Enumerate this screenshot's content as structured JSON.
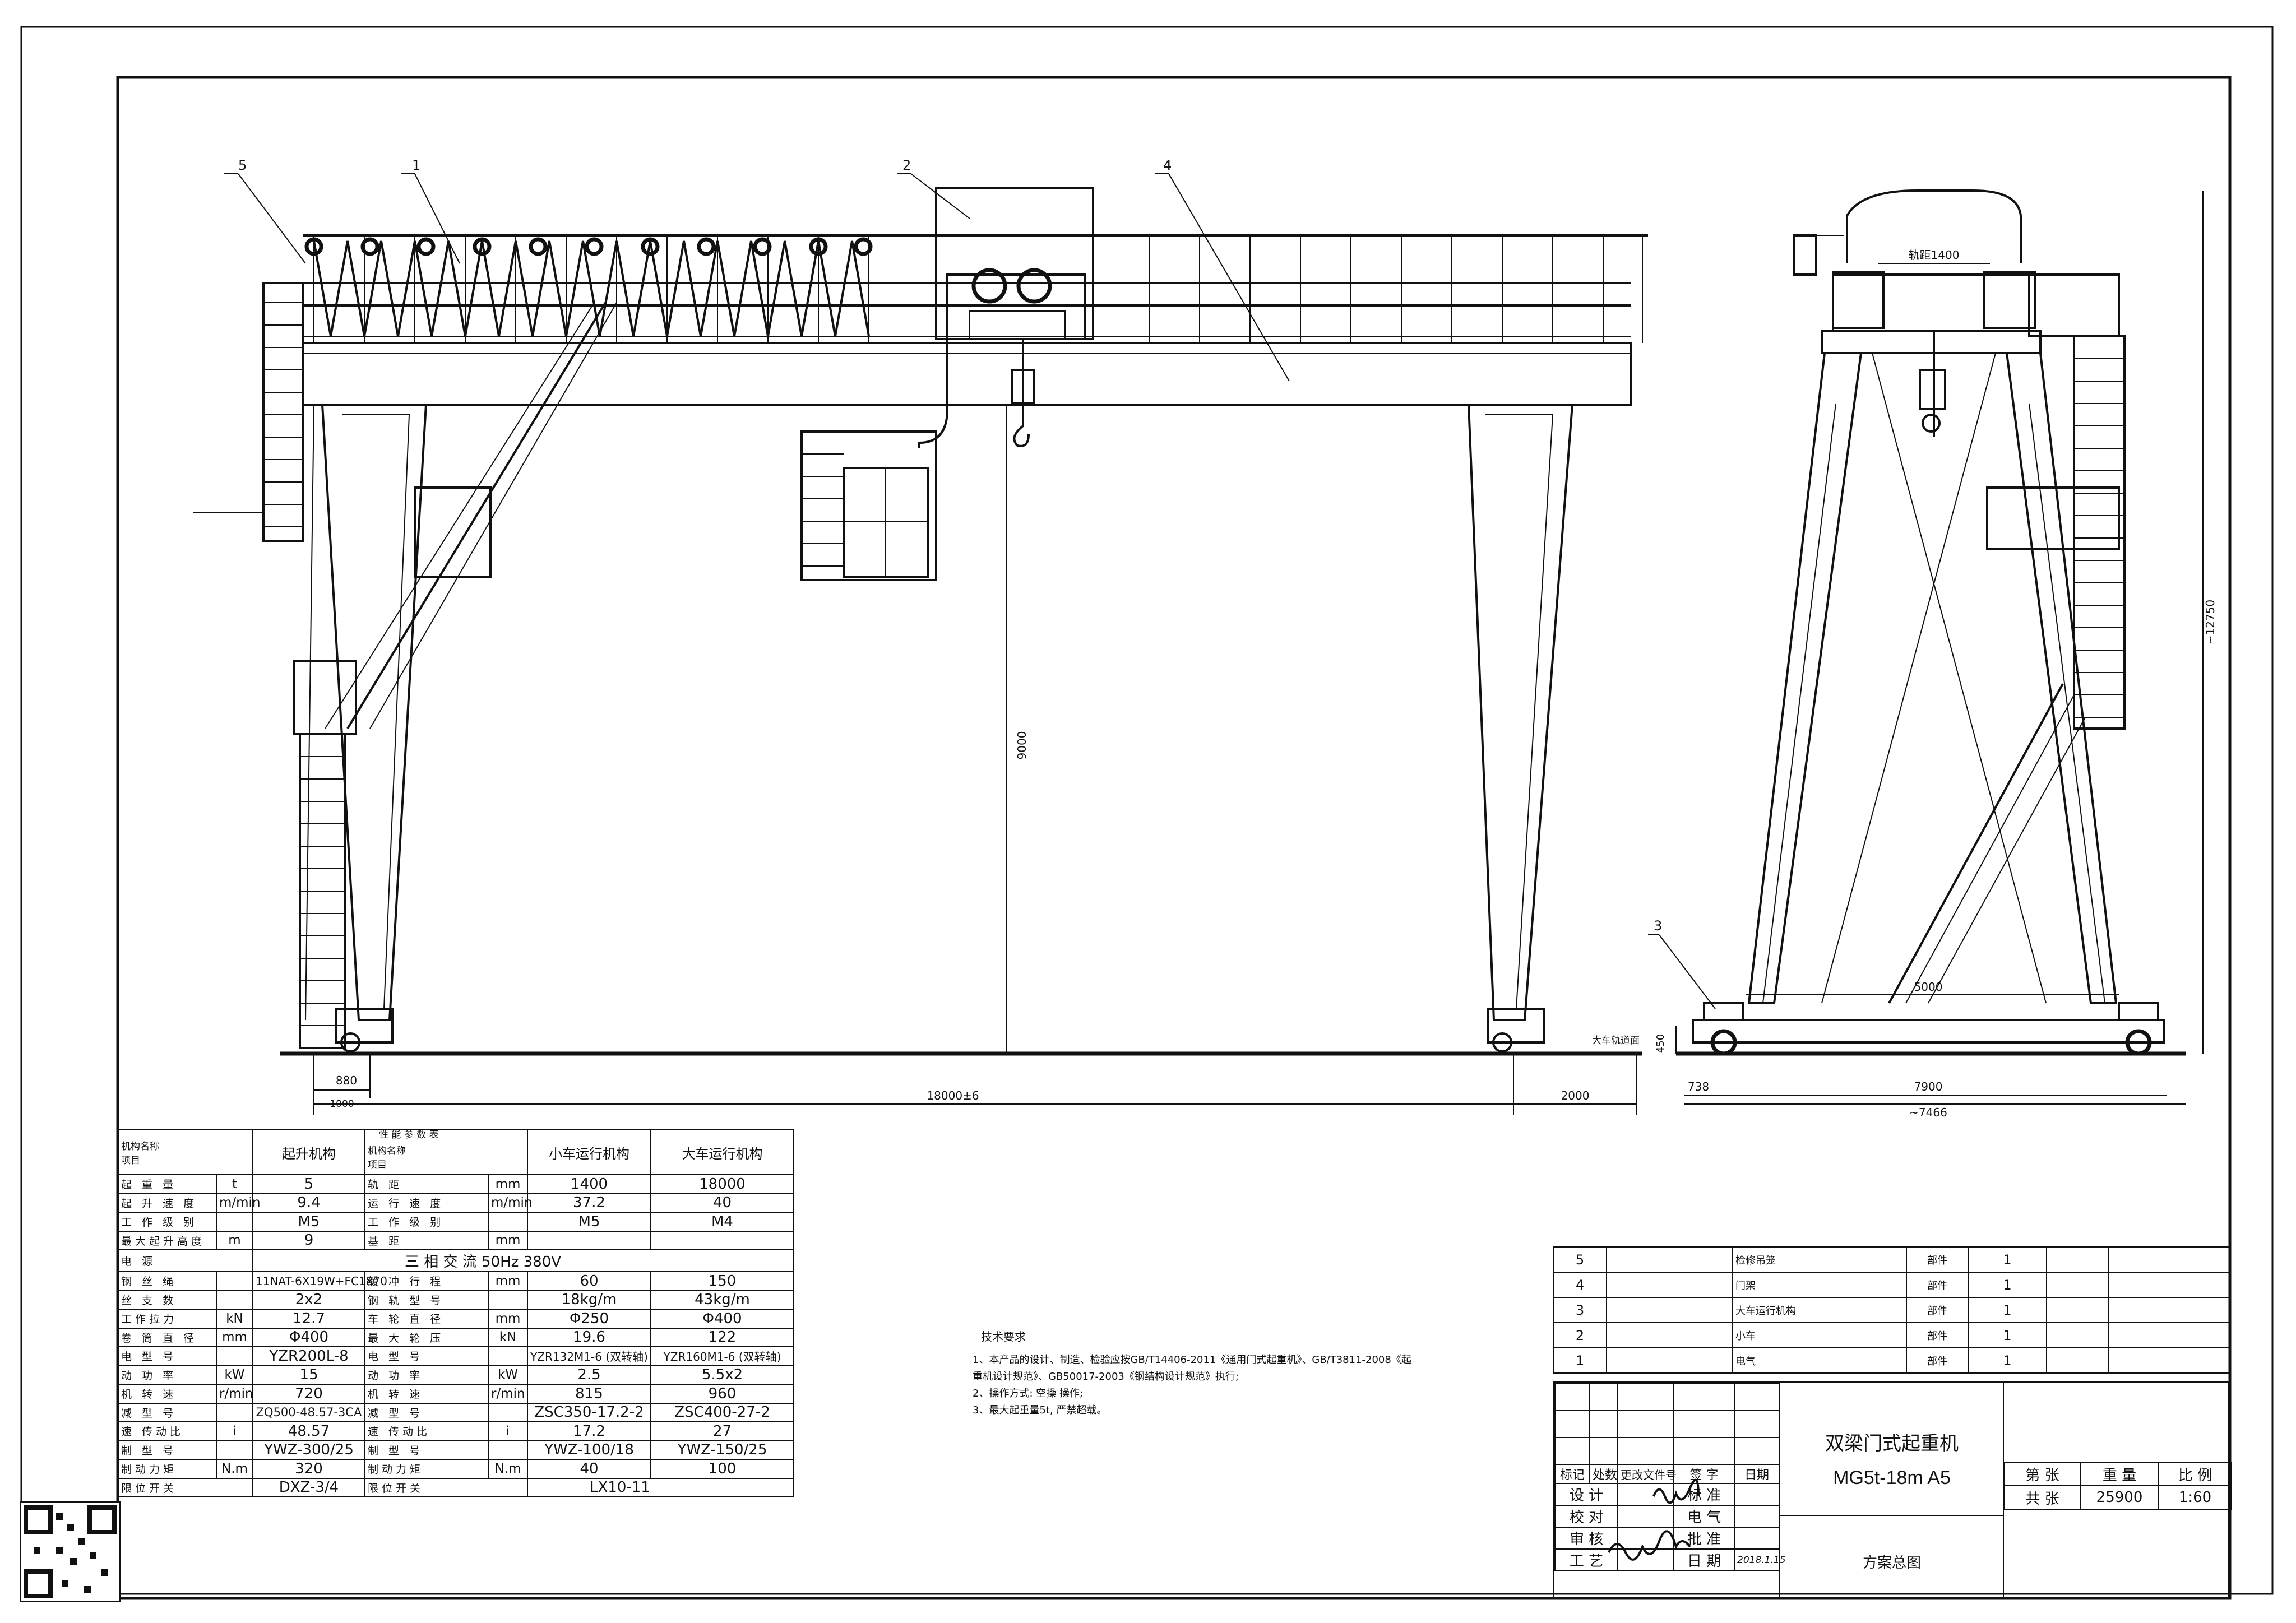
{
  "tech_requirements": {
    "title": "技术要求",
    "items": [
      "1、本产品的设计、制造、检验应按GB/T14406-2011《通用门式起重机》、GB/T3811-2008《起",
      "    重机设计规范》、GB50017-2003《钢结构设计规范》执行;",
      "2、操作方式: 空操 操作;",
      "3、最大起重量5t, 严禁超载。"
    ]
  },
  "callouts": [
    "1",
    "2",
    "3",
    "4",
    "5"
  ],
  "dimensions": {
    "front_span": "18000±6",
    "left_wheel": "880",
    "left_outer": "1000",
    "right_outer": "2000",
    "lift_height": "9000",
    "rail_label": "大车轨道面",
    "trolley_gauge": "轨距1400",
    "side_base": "5000",
    "side_height": "~12750",
    "side_rail": "450",
    "side_left": "738",
    "side_wheelbase": "7900",
    "side_total": "~7466"
  },
  "param_table": {
    "title": "性 能 参 数 表",
    "header_left": {
      "corner_top": "机构名称",
      "corner_bottom": "项目",
      "col": "起升机构"
    },
    "header_right": {
      "corner_top": "机构名称",
      "corner_bottom": "项目",
      "col1": "小车运行机构",
      "col2": "大车运行机构"
    },
    "rows": [
      {
        "l_label": "起 重 量",
        "l_unit": "t",
        "l_val": "5",
        "r_label": "轨 距",
        "r_unit": "mm",
        "r_v1": "1400",
        "r_v2": "18000"
      },
      {
        "l_label": "起 升 速 度",
        "l_unit": "m/min",
        "l_val": "9.4",
        "r_label": "运 行 速 度",
        "r_unit": "m/min",
        "r_v1": "37.2",
        "r_v2": "40"
      },
      {
        "l_label": "工 作 级 别",
        "l_unit": "",
        "l_val": "M5",
        "r_label": "工 作 级 别",
        "r_unit": "",
        "r_v1": "M5",
        "r_v2": "M4"
      },
      {
        "l_label": "最大起升高度",
        "l_unit": "m",
        "l_val": "9",
        "r_label": "基 距",
        "r_unit": "mm",
        "r_v1": "",
        "r_v2": ""
      },
      {
        "l_label": "电 源",
        "l_unit": "",
        "l_val": "三 相 交 流 50Hz 380V",
        "r_label": "",
        "r_unit": "",
        "r_v1": "",
        "r_v2": ""
      },
      {
        "l_label": "钢 丝 绳",
        "l_unit": "",
        "l_val": "11NAT-6X19W+FC1870",
        "r_label": "缓 冲 行 程",
        "r_unit": "mm",
        "r_v1": "60",
        "r_v2": "150"
      },
      {
        "l_label": "丝 支 数",
        "l_unit": "",
        "l_val": "2x2",
        "r_label": "钢 轨 型 号",
        "r_unit": "",
        "r_v1": "18kg/m",
        "r_v2": "43kg/m"
      },
      {
        "l_label": "工作拉力",
        "l_unit": "kN",
        "l_val": "12.7",
        "r_label": "车 轮 直 径",
        "r_unit": "mm",
        "r_v1": "Φ250",
        "r_v2": "Φ400"
      },
      {
        "l_label": "卷 筒 直 径",
        "l_unit": "mm",
        "l_val": "Φ400",
        "r_label": "最 大 轮 压",
        "r_unit": "kN",
        "r_v1": "19.6",
        "r_v2": "122"
      },
      {
        "l_label": "电 型 号",
        "l_unit": "",
        "l_val": "YZR200L-8",
        "r_label": "电 型 号",
        "r_unit": "",
        "r_v1": "YZR132M1-6 (双转轴)",
        "r_v2": "YZR160M1-6 (双转轴)"
      },
      {
        "l_label": "动 功 率",
        "l_unit": "kW",
        "l_val": "15",
        "r_label": "动 功 率",
        "r_unit": "kW",
        "r_v1": "2.5",
        "r_v2": "5.5x2"
      },
      {
        "l_label": "机 转 速",
        "l_unit": "r/min",
        "l_val": "720",
        "r_label": "机 转 速",
        "r_unit": "r/min",
        "r_v1": "815",
        "r_v2": "960"
      },
      {
        "l_label": "减 型 号",
        "l_unit": "",
        "l_val": "ZQ500-48.57-3CA",
        "r_label": "减 型 号",
        "r_unit": "",
        "r_v1": "ZSC350-17.2-2",
        "r_v2": "ZSC400-27-2"
      },
      {
        "l_label": "速 传动比",
        "l_unit": "i",
        "l_val": "48.57",
        "r_label": "速 传动比",
        "r_unit": "i",
        "r_v1": "17.2",
        "r_v2": "27"
      },
      {
        "l_label": "制 型 号",
        "l_unit": "",
        "l_val": "YWZ-300/25",
        "r_label": "制 型 号",
        "r_unit": "",
        "r_v1": "YWZ-100/18",
        "r_v2": "YWZ-150/25"
      },
      {
        "l_label": "制动力矩",
        "l_unit": "N.m",
        "l_val": "320",
        "r_label": "制动力矩",
        "r_unit": "N.m",
        "r_v1": "40",
        "r_v2": "100"
      },
      {
        "l_label": "限位开关",
        "l_unit": "",
        "l_val": "DXZ-3/4",
        "r_label": "限位开关",
        "r_unit": "",
        "r_v1": "LX10-11",
        "r_v2": ""
      }
    ]
  },
  "parts_list": [
    {
      "no": "5",
      "name": "检修吊笼",
      "type": "部件",
      "qty": "1"
    },
    {
      "no": "4",
      "name": "门架",
      "type": "部件",
      "qty": "1"
    },
    {
      "no": "3",
      "name": "大车运行机构",
      "type": "部件",
      "qty": "1"
    },
    {
      "no": "2",
      "name": "小车",
      "type": "部件",
      "qty": "1"
    },
    {
      "no": "1",
      "name": "电气",
      "type": "部件",
      "qty": "1"
    }
  ],
  "title_block": {
    "title": "双梁门式起重机",
    "model": "MG5t-18m A5",
    "drawing_name": "方案总图",
    "rev_headers": [
      "标记",
      "处数",
      "更改文件号",
      "签 字",
      "日期"
    ],
    "roles": [
      "设 计",
      "校 对",
      "审 核",
      "工 艺"
    ],
    "roles2": [
      "标 准",
      "电 气",
      "批 准",
      "日 期"
    ],
    "date_handwritten": "2018.1.15",
    "sheet_label": "第 张",
    "total_label": "共 张",
    "weight_label": "重 量",
    "weight": "25900",
    "scale_label": "比 例",
    "scale": "1:60"
  }
}
